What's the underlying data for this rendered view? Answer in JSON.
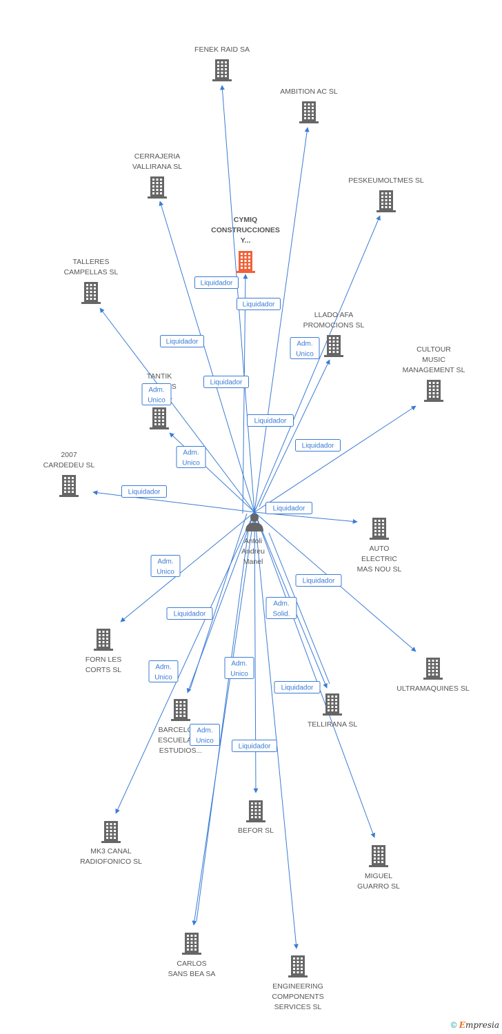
{
  "graph": {
    "person": {
      "name_lines": [
        "Antoli",
        "Andreu",
        "Manel"
      ]
    },
    "colors": {
      "edge": "#3a7bd5",
      "building": "#666666",
      "focus_building": "#f0623a",
      "person": "#666666"
    },
    "companies": [
      {
        "id": "fenek",
        "name_lines": [
          "FENEK RAID SA"
        ]
      },
      {
        "id": "ambition",
        "name_lines": [
          "AMBITION AC SL"
        ]
      },
      {
        "id": "cerrajeria",
        "name_lines": [
          "CERRAJERIA",
          "VALLIRANA SL"
        ]
      },
      {
        "id": "peskeu",
        "name_lines": [
          "PESKEUMOLTMES SL"
        ]
      },
      {
        "id": "cymiq",
        "name_lines": [
          "CYMIQ",
          "CONSTRUCCIONES",
          "Y..."
        ],
        "focus": true
      },
      {
        "id": "talleres",
        "name_lines": [
          "TALLERES",
          "CAMPELLAS SL"
        ]
      },
      {
        "id": "llado",
        "name_lines": [
          "LLADO AFA",
          "PROMOCIONS SL"
        ]
      },
      {
        "id": "cultour",
        "name_lines": [
          "CULTOUR",
          "MUSIC",
          "MANAGEMENT SL"
        ]
      },
      {
        "id": "tantik",
        "name_lines": [
          "TANTIK",
          "PLAQUES",
          "DURE..."
        ]
      },
      {
        "id": "cardedeu",
        "name_lines": [
          "2007",
          "CARDEDEU SL"
        ]
      },
      {
        "id": "auto",
        "name_lines": [
          "AUTO",
          "ELECTRIC",
          "MAS NOU SL"
        ]
      },
      {
        "id": "forn",
        "name_lines": [
          "FORN LES",
          "CORTS SL"
        ]
      },
      {
        "id": "ultra",
        "name_lines": [
          "ULTRAMAQUINES SL"
        ]
      },
      {
        "id": "barcelona",
        "name_lines": [
          "BARCELONA",
          "ESCUELA DE",
          "ESTUDIOS..."
        ]
      },
      {
        "id": "tellirana",
        "name_lines": [
          "TELLIRANA SL"
        ]
      },
      {
        "id": "befor",
        "name_lines": [
          "BEFOR SL"
        ]
      },
      {
        "id": "mk3",
        "name_lines": [
          "MK3 CANAL",
          "RADIOFONICO SL"
        ]
      },
      {
        "id": "miguel",
        "name_lines": [
          "MIGUEL",
          "GUARRO SL"
        ]
      },
      {
        "id": "carlos",
        "name_lines": [
          "CARLOS",
          "SANS BEA SA"
        ]
      },
      {
        "id": "engineering",
        "name_lines": [
          "ENGINEERING",
          "COMPONENTS",
          "SERVICES SL"
        ]
      }
    ],
    "relations": [
      {
        "to": "fenek",
        "role_lines": [
          "Liquidador"
        ]
      },
      {
        "to": "ambition",
        "role_lines": [
          "Liquidador"
        ]
      },
      {
        "to": "cerrajeria",
        "role_lines": [
          "Liquidador"
        ]
      },
      {
        "to": "peskeu",
        "role_lines": [
          "Adm.",
          "Unico"
        ]
      },
      {
        "to": "cymiq",
        "role_lines": [
          "Liquidador"
        ]
      },
      {
        "to": "talleres",
        "role_lines": [
          "Adm.",
          "Unico"
        ]
      },
      {
        "to": "llado",
        "role_lines": [
          "Liquidador"
        ]
      },
      {
        "to": "cultour",
        "role_lines": [
          "Liquidador"
        ]
      },
      {
        "to": "tantik",
        "role_lines": [
          "Adm.",
          "Unico"
        ]
      },
      {
        "to": "cardedeu",
        "role_lines": [
          "Liquidador"
        ]
      },
      {
        "to": "auto",
        "role_lines": [
          "Liquidador"
        ]
      },
      {
        "to": "forn",
        "role_lines": [
          "Adm.",
          "Unico"
        ]
      },
      {
        "to": "ultra",
        "role_lines": [
          "Liquidador"
        ]
      },
      {
        "to": "barcelona",
        "role_lines": [
          "Liquidador"
        ]
      },
      {
        "to": "tellirana",
        "role_lines": [
          "Adm.",
          "Solid."
        ]
      },
      {
        "to": "befor",
        "role_lines": [
          "Adm.",
          "Unico"
        ]
      },
      {
        "to": "mk3",
        "role_lines": [
          "Adm.",
          "Unico"
        ]
      },
      {
        "to": "miguel",
        "role_lines": [
          "Liquidador"
        ]
      },
      {
        "to": "carlos",
        "role_lines": [
          "Adm.",
          "Unico"
        ]
      },
      {
        "to": "engineering",
        "role_lines": [
          "Liquidador"
        ]
      }
    ]
  },
  "footer": {
    "copyright": "©",
    "brand_initial": "E",
    "brand_rest": "mpresia"
  }
}
